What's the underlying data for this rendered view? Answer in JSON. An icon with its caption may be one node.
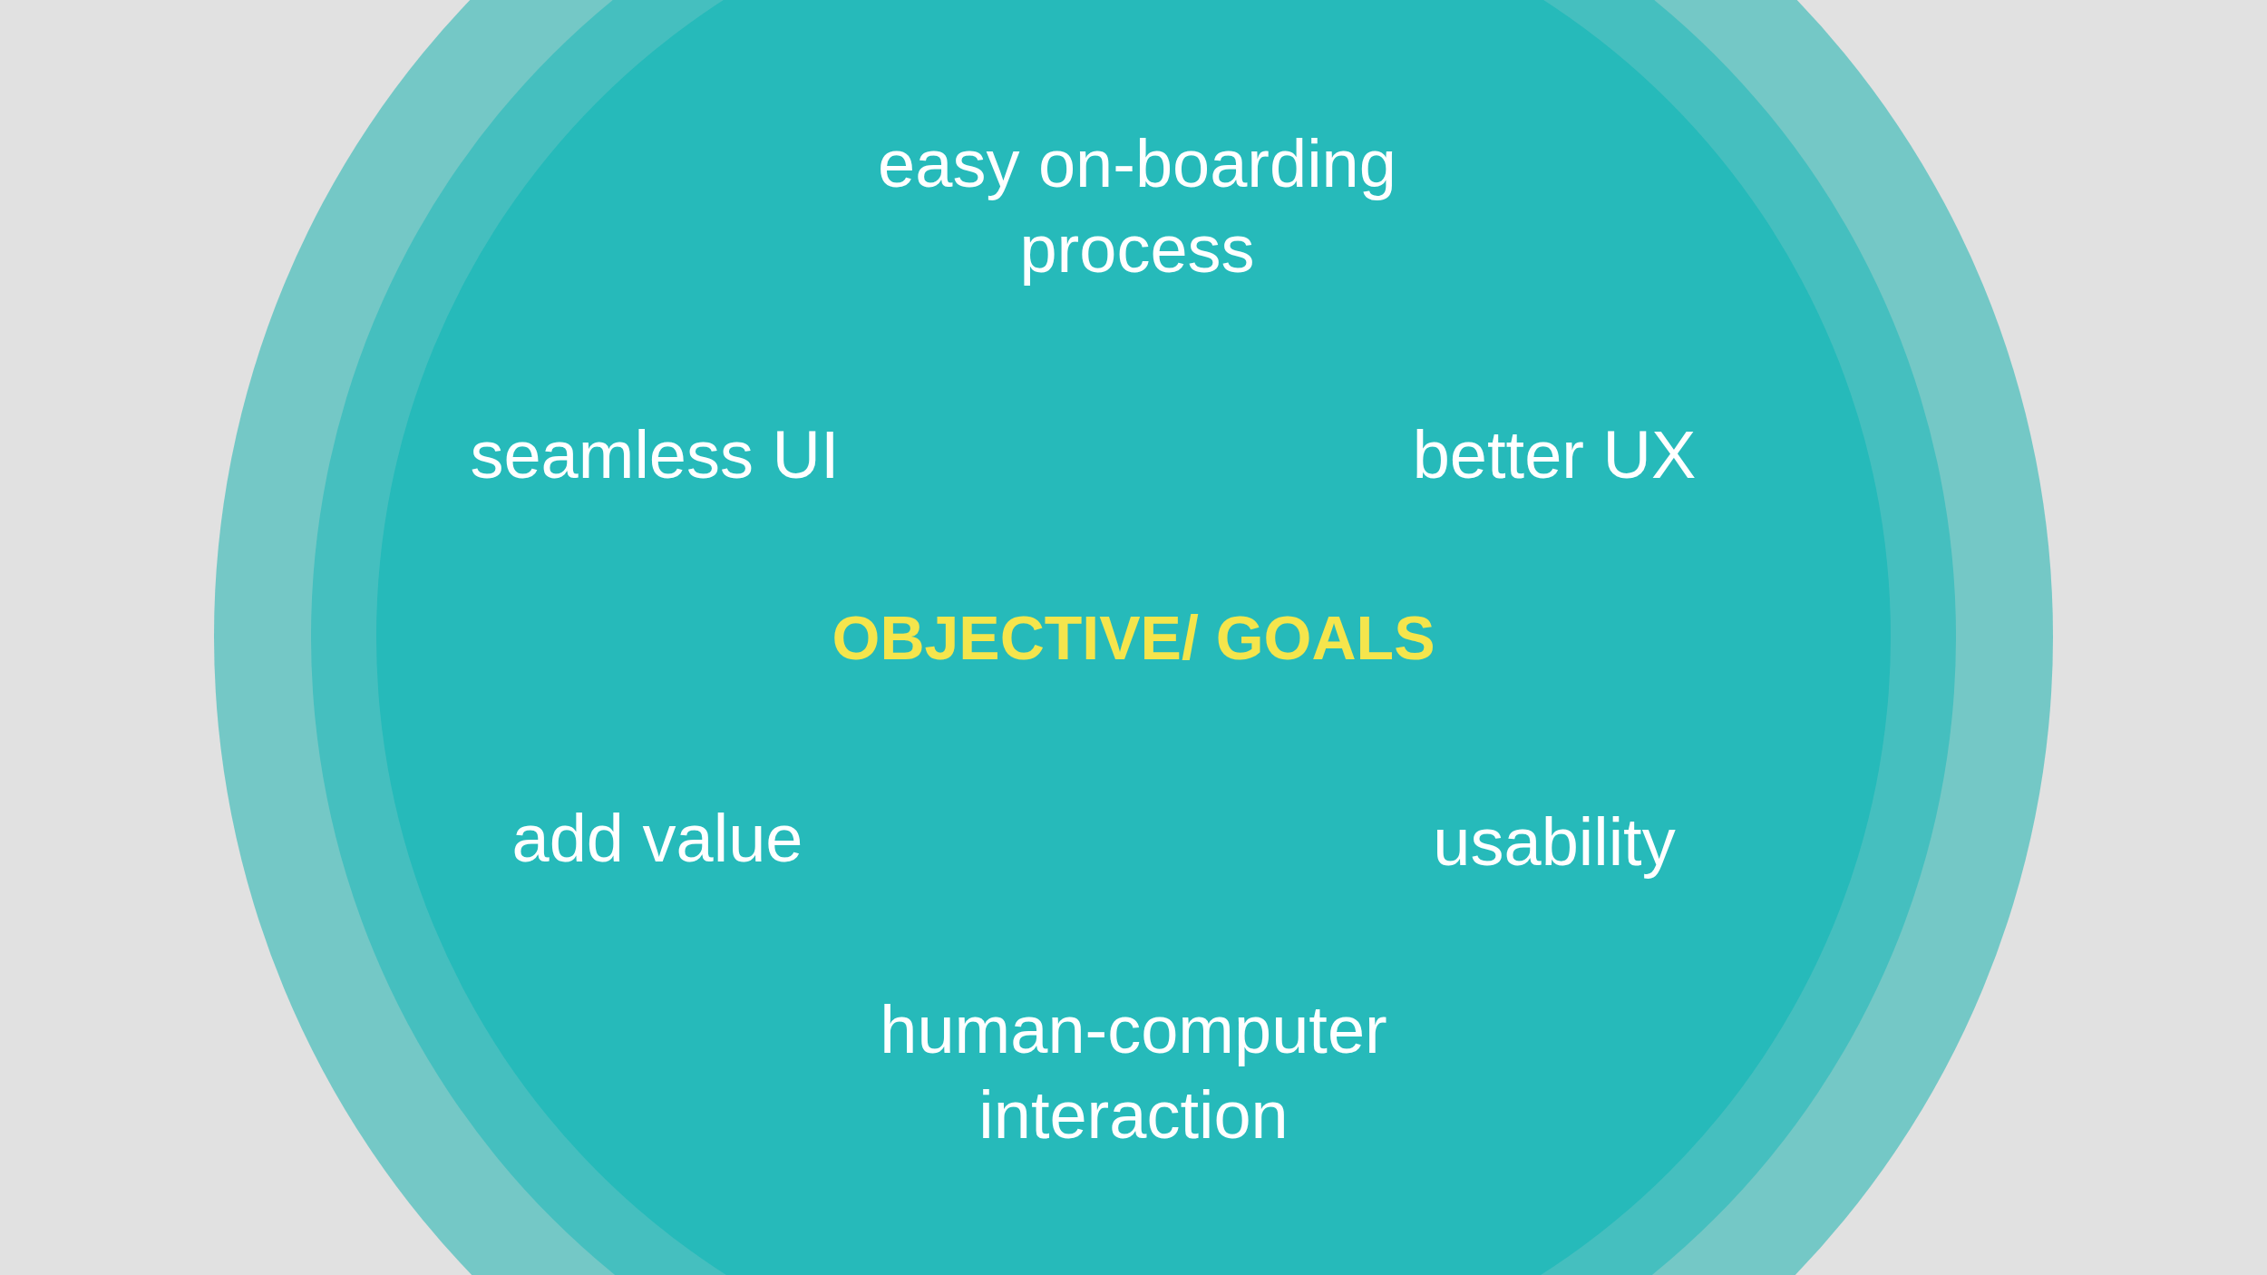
{
  "diagram": {
    "labels": [
      "easy on-boarding process",
      "seamless UI",
      "better UX",
      "OBJECTIVE/ GOALS",
      "add value",
      "usability",
      "human-computer interaction"
    ]
  }
}
